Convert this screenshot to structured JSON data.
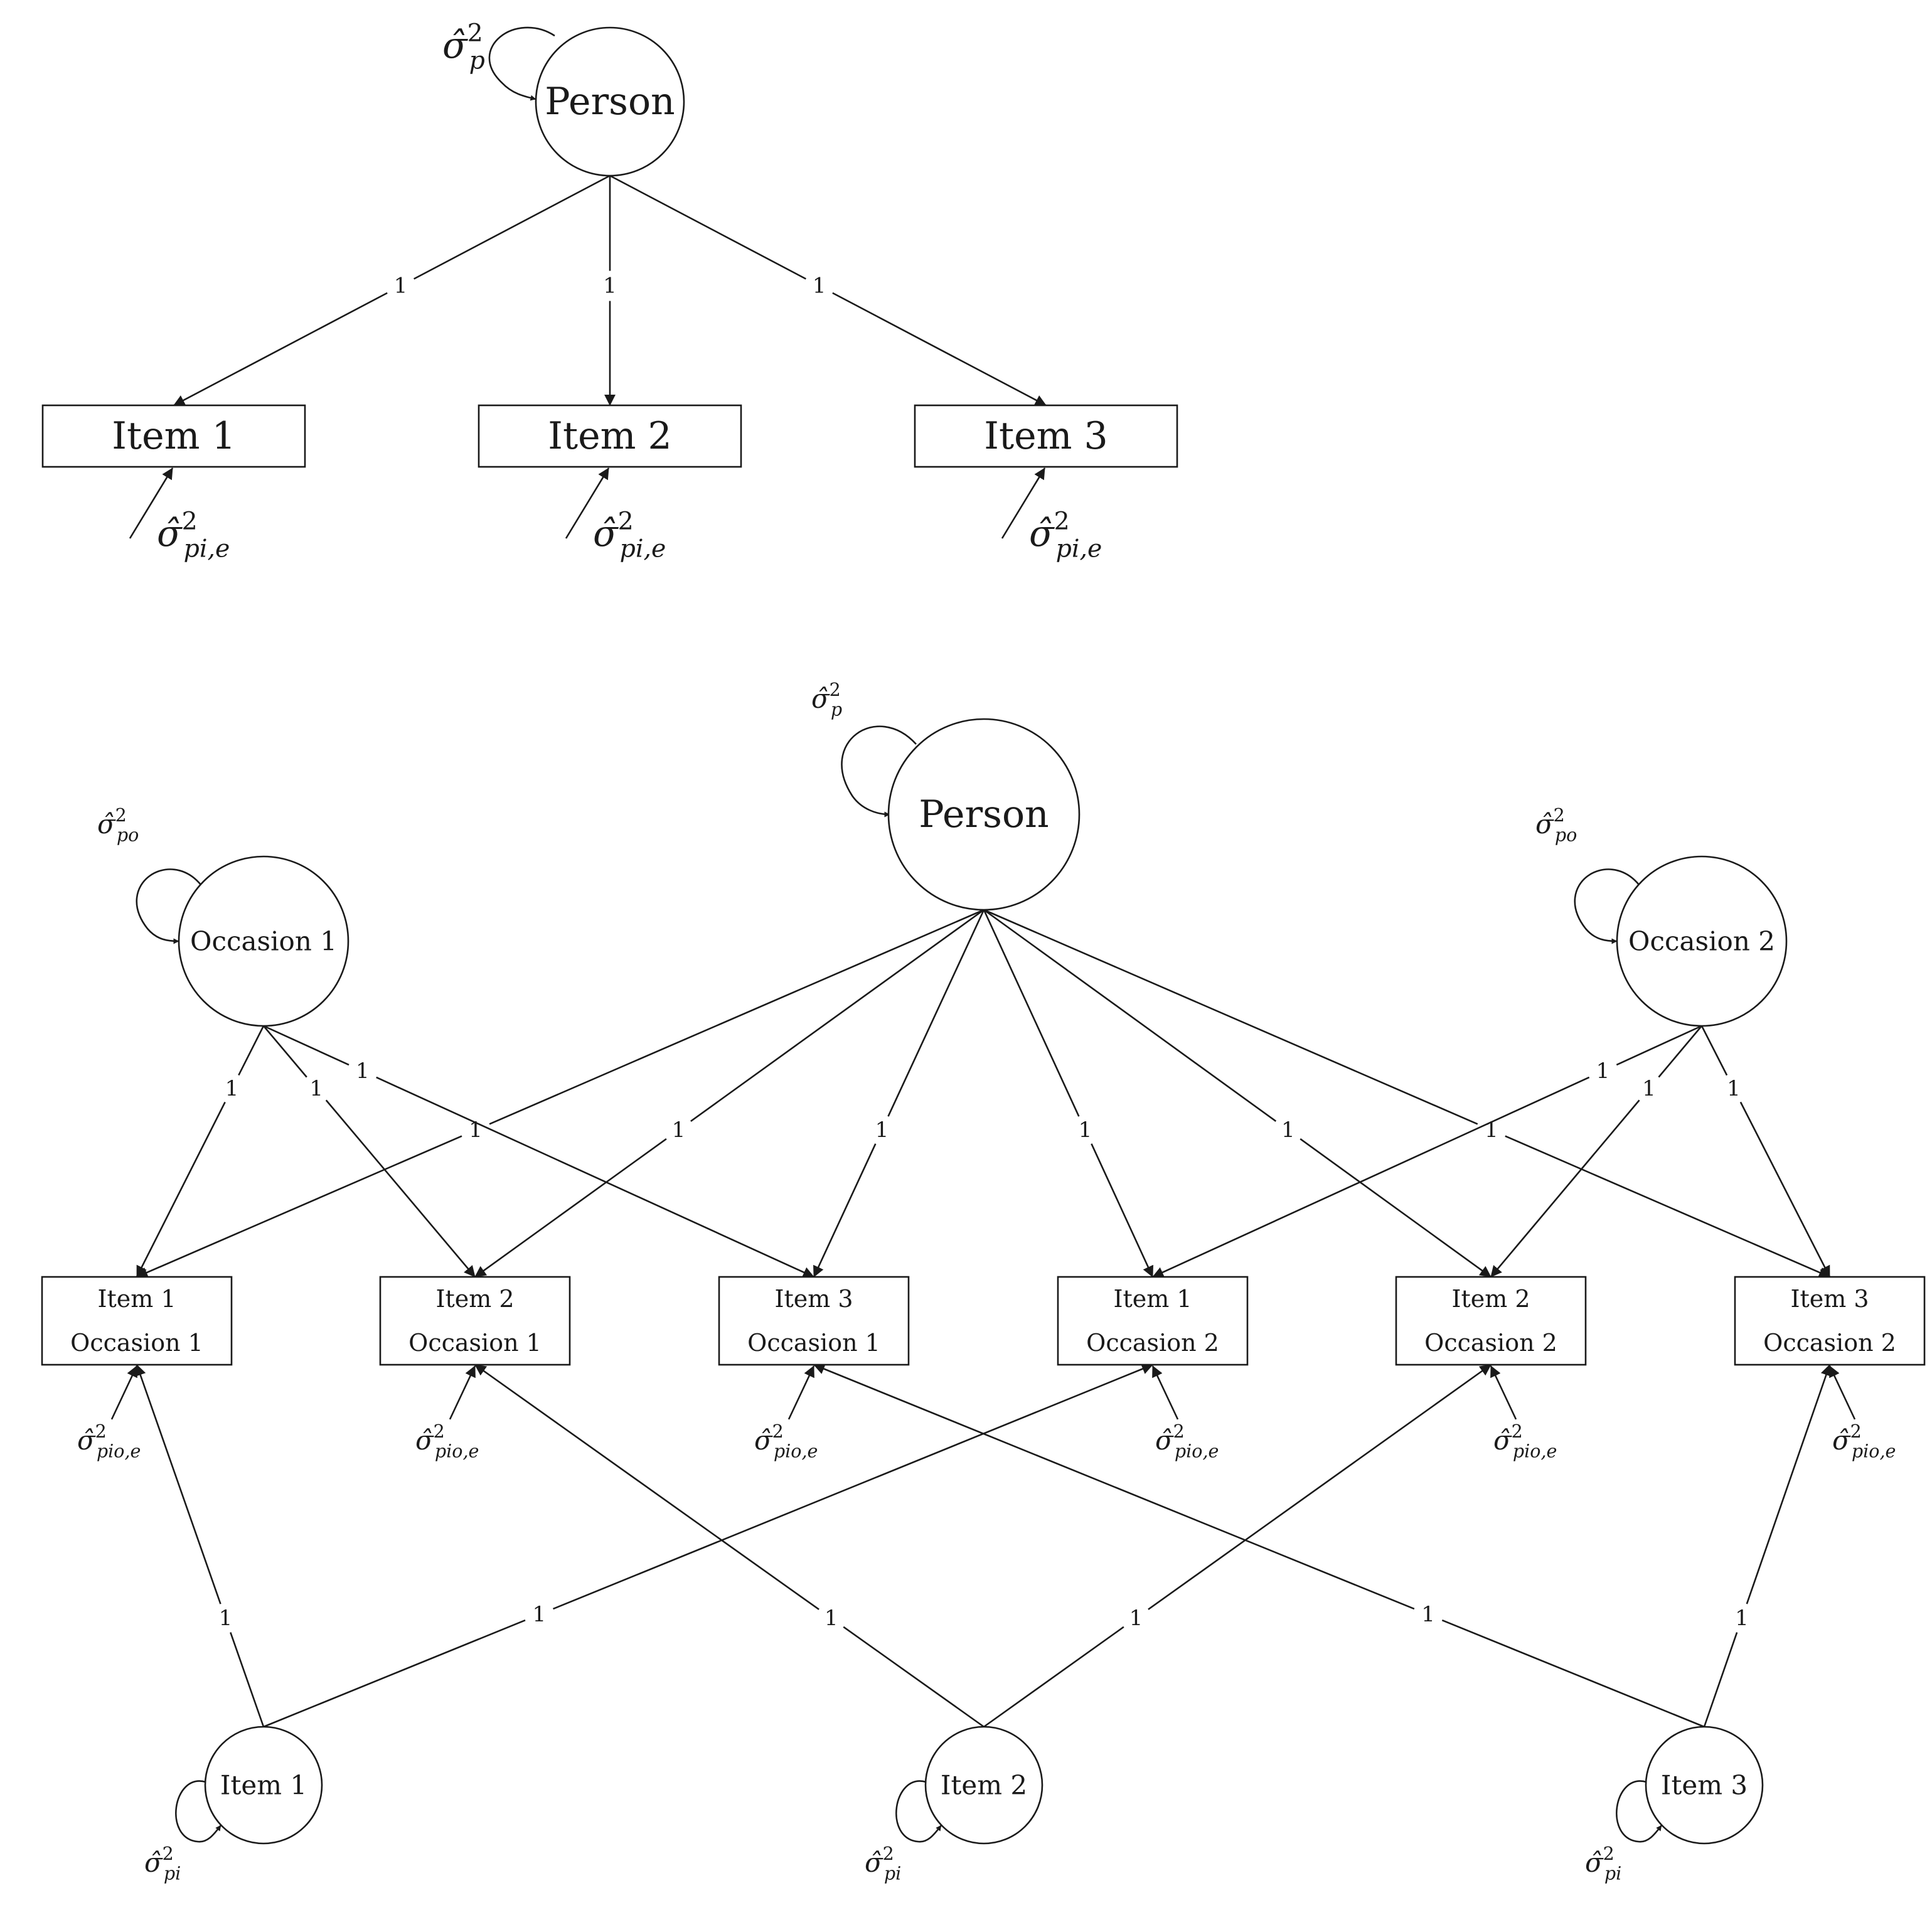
{
  "diagram_top": {
    "person": {
      "label": "Person",
      "variance": {
        "sym": "σ̂",
        "sup": "2",
        "sub": "p"
      }
    },
    "items": [
      {
        "label": "Item 1",
        "loading": "1",
        "error": {
          "sym": "σ̂",
          "sup": "2",
          "sub": "pi,e"
        }
      },
      {
        "label": "Item 2",
        "loading": "1",
        "error": {
          "sym": "σ̂",
          "sup": "2",
          "sub": "pi,e"
        }
      },
      {
        "label": "Item 3",
        "loading": "1",
        "error": {
          "sym": "σ̂",
          "sup": "2",
          "sub": "pi,e"
        }
      }
    ]
  },
  "diagram_bottom": {
    "person": {
      "label": "Person",
      "variance": {
        "sym": "σ̂",
        "sup": "2",
        "sub": "p"
      }
    },
    "occasions": [
      {
        "label": "Occasion 1",
        "variance": {
          "sym": "σ̂",
          "sup": "2",
          "sub": "po"
        }
      },
      {
        "label": "Occasion 2",
        "variance": {
          "sym": "σ̂",
          "sup": "2",
          "sub": "po"
        }
      }
    ],
    "observed": [
      {
        "line1": "Item 1",
        "line2": "Occasion 1",
        "error": {
          "sym": "σ̂",
          "sup": "2",
          "sub": "pio,e"
        }
      },
      {
        "line1": "Item 2",
        "line2": "Occasion 1",
        "error": {
          "sym": "σ̂",
          "sup": "2",
          "sub": "pio,e"
        }
      },
      {
        "line1": "Item 3",
        "line2": "Occasion 1",
        "error": {
          "sym": "σ̂",
          "sup": "2",
          "sub": "pio,e"
        }
      },
      {
        "line1": "Item 1",
        "line2": "Occasion 2",
        "error": {
          "sym": "σ̂",
          "sup": "2",
          "sub": "pio,e"
        }
      },
      {
        "line1": "Item 2",
        "line2": "Occasion 2",
        "error": {
          "sym": "σ̂",
          "sup": "2",
          "sub": "pio,e"
        }
      },
      {
        "line1": "Item 3",
        "line2": "Occasion 2",
        "error": {
          "sym": "σ̂",
          "sup": "2",
          "sub": "pio,e"
        }
      }
    ],
    "items": [
      {
        "label": "Item 1",
        "variance": {
          "sym": "σ̂",
          "sup": "2",
          "sub": "pi"
        }
      },
      {
        "label": "Item 2",
        "variance": {
          "sym": "σ̂",
          "sup": "2",
          "sub": "pi"
        }
      },
      {
        "label": "Item 3",
        "variance": {
          "sym": "σ̂",
          "sup": "2",
          "sub": "pi"
        }
      }
    ],
    "person_loadings": [
      "1",
      "1",
      "1",
      "1",
      "1",
      "1"
    ],
    "occasion1_loadings": [
      "1",
      "1",
      "1"
    ],
    "occasion2_loadings": [
      "1",
      "1",
      "1"
    ],
    "item_loadings": [
      "1",
      "1",
      "1",
      "1",
      "1",
      "1"
    ]
  }
}
